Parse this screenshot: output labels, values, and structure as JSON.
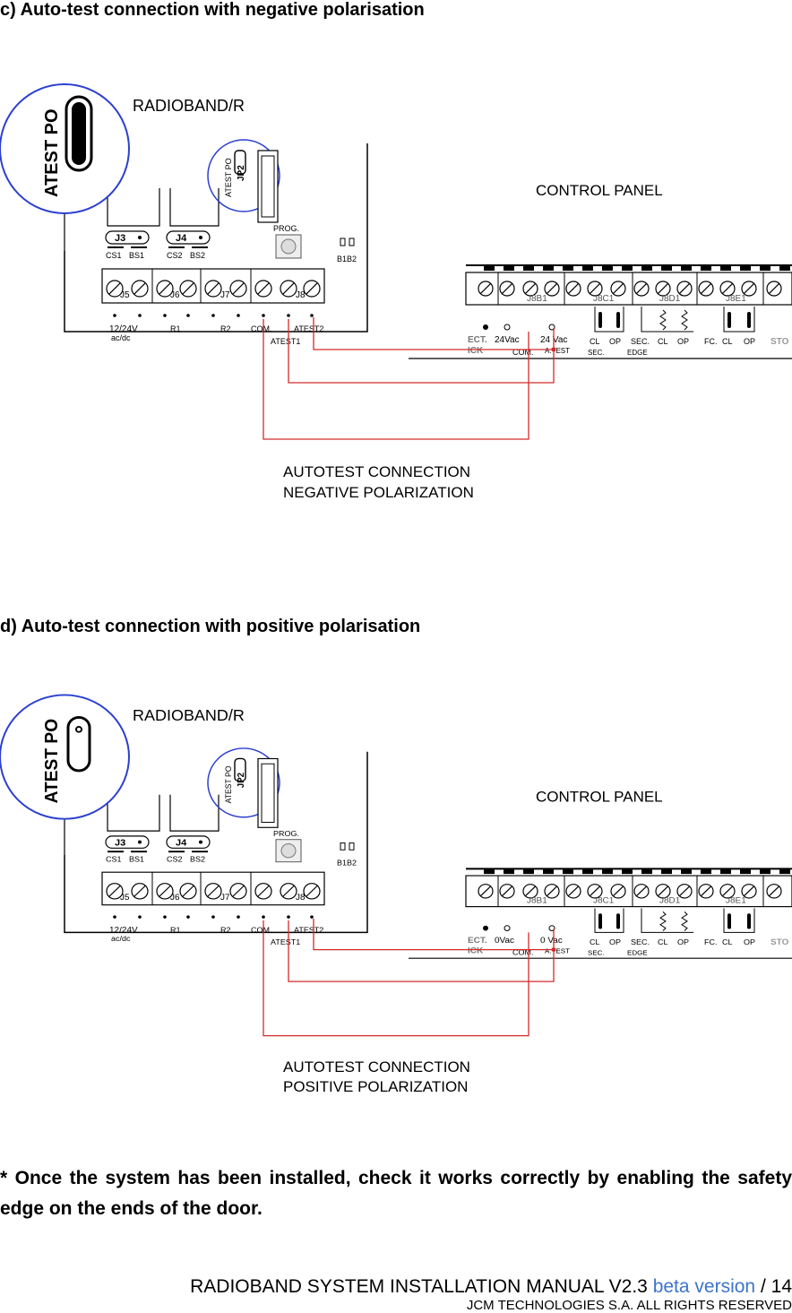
{
  "section_c": {
    "heading": "c) Auto-test connection with negative polarisation",
    "magnifier_label": "ATEST PO",
    "board_title": "RADIOBAND/R",
    "jumper_label": "ATEST PO",
    "jumper_name": "JP2",
    "prog_label": "PROG.",
    "connectors": [
      "J3",
      "J4"
    ],
    "connector_sub": [
      "CS1",
      "BS1",
      "CS2",
      "BS2"
    ],
    "b1b2_label": "B1B2",
    "terminal_groups": [
      "J5",
      "J6",
      "J7",
      "J8"
    ],
    "terminal_labels": [
      "12/24V",
      "ac/dc",
      "R1",
      "R2",
      "COM.",
      "ATEST2",
      "ATEST1"
    ],
    "panel_title": "CONTROL PANEL",
    "panel_groups": [
      "J8B1",
      "J8C1",
      "J8D1",
      "J8E1"
    ],
    "panel_labels": [
      "ECT.",
      "ICK",
      "24Vac",
      "24 Vac",
      "COM.",
      "A.TEST",
      "CL",
      "OP",
      "SEC.",
      "SEC.",
      "CL",
      "OP",
      "EDGE",
      "FC.",
      "CL",
      "OP",
      "STO"
    ],
    "caption_line1": "AUTOTEST CONNECTION",
    "caption_line2": "NEGATIVE POLARIZATION"
  },
  "section_d": {
    "heading": "d) Auto-test connection with positive polarisation",
    "magnifier_label": "ATEST PO",
    "board_title": "RADIOBAND/R",
    "jumper_label": "ATEST PO",
    "jumper_name": "JP2",
    "prog_label": "PROG.",
    "connectors": [
      "J3",
      "J4"
    ],
    "connector_sub": [
      "CS1",
      "BS1",
      "CS2",
      "BS2"
    ],
    "b1b2_label": "B1B2",
    "terminal_groups": [
      "J5",
      "J6",
      "J7",
      "J8"
    ],
    "terminal_labels": [
      "12/24V",
      "ac/dc",
      "R1",
      "R2",
      "COM.",
      "ATEST2",
      "ATEST1"
    ],
    "panel_title": "CONTROL PANEL",
    "panel_groups": [
      "J8B1",
      "J8C1",
      "J8D1",
      "J8E1"
    ],
    "panel_labels": [
      "ECT.",
      "ICK",
      "0Vac",
      "0 Vac",
      "COM.",
      "A.TEST",
      "CL",
      "OP",
      "SEC.",
      "SEC.",
      "CL",
      "OP",
      "EDGE",
      "FC.",
      "CL",
      "OP",
      "STO"
    ],
    "caption_line1": "AUTOTEST CONNECTION",
    "caption_line2": "POSITIVE POLARIZATION"
  },
  "note": "* Once the system has been installed, check it works correctly by enabling the safety edge on the ends of the door.",
  "footer": {
    "title": "RADIOBAND SYSTEM INSTALLATION MANUAL V2.3",
    "beta": "beta version",
    "page_sep": "/",
    "page": "14",
    "rights": "JCM TECHNOLOGIES S.A. ALL RIGHTS RESERVED"
  },
  "colors": {
    "wire": "#d42a2a",
    "magnifier": "#2b3fd0",
    "beta_link": "#3f74c9"
  }
}
